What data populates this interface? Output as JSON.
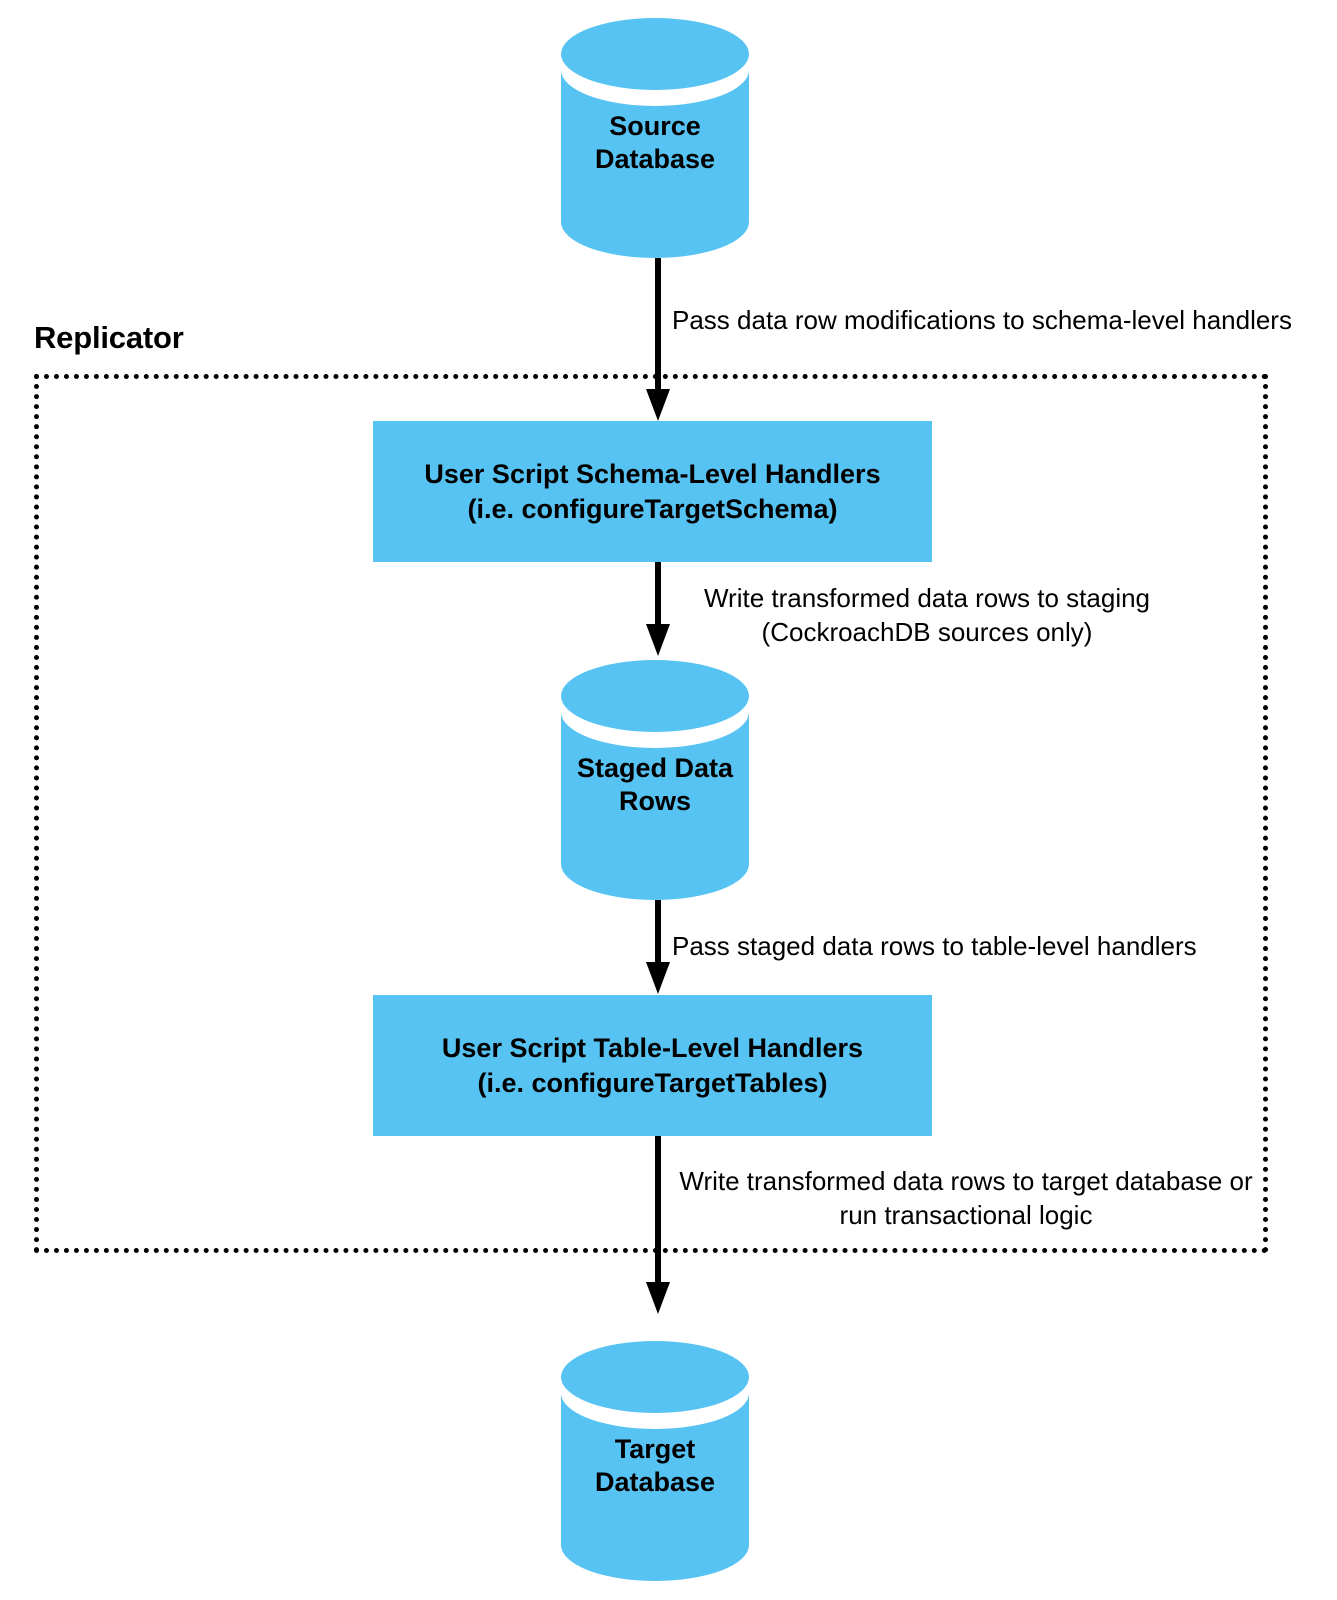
{
  "diagram": {
    "title_visible": "Replicator",
    "theme": {
      "node_fill": "#56c3f3",
      "text_color": "#000000",
      "arrow_color": "#000000",
      "background": "#ffffff",
      "container_border": "#000000"
    },
    "container": {
      "label": "Replicator",
      "border_style": "dotted"
    },
    "nodes": [
      {
        "id": "source-database",
        "type": "cylinder",
        "lines": [
          "Source",
          "Database"
        ],
        "text": "Source\nDatabase"
      },
      {
        "id": "schema-level-handlers",
        "type": "process",
        "lines": [
          "User Script Schema-Level Handlers",
          "(i.e. configureTargetSchema)"
        ],
        "line1": "User Script Schema-Level Handlers",
        "line2": "(i.e. configureTargetSchema)"
      },
      {
        "id": "staged-data-rows",
        "type": "cylinder",
        "lines": [
          "Staged Data",
          "Rows"
        ],
        "text": "Staged Data\nRows"
      },
      {
        "id": "table-level-handlers",
        "type": "process",
        "lines": [
          "User Script Table-Level Handlers",
          "(i.e. configureTargetTables)"
        ],
        "line1": "User Script Table-Level Handlers",
        "line2": "(i.e. configureTargetTables)"
      },
      {
        "id": "target-database",
        "type": "cylinder",
        "lines": [
          "Target",
          "Database"
        ],
        "text": "Target\nDatabase"
      }
    ],
    "edges": [
      {
        "id": "edge-source-to-schema",
        "from": "source-database",
        "to": "schema-level-handlers",
        "label": "Pass data row modifications to schema-level handlers"
      },
      {
        "id": "edge-schema-to-staged",
        "from": "schema-level-handlers",
        "to": "staged-data-rows",
        "label": "Write transformed data rows to staging\n(CockroachDB sources only)"
      },
      {
        "id": "edge-staged-to-table",
        "from": "staged-data-rows",
        "to": "table-level-handlers",
        "label": "Pass staged data rows to table-level handlers"
      },
      {
        "id": "edge-table-to-target",
        "from": "table-level-handlers",
        "to": "target-database",
        "label": "Write transformed data rows to target database or\nrun transactional logic"
      }
    ]
  }
}
